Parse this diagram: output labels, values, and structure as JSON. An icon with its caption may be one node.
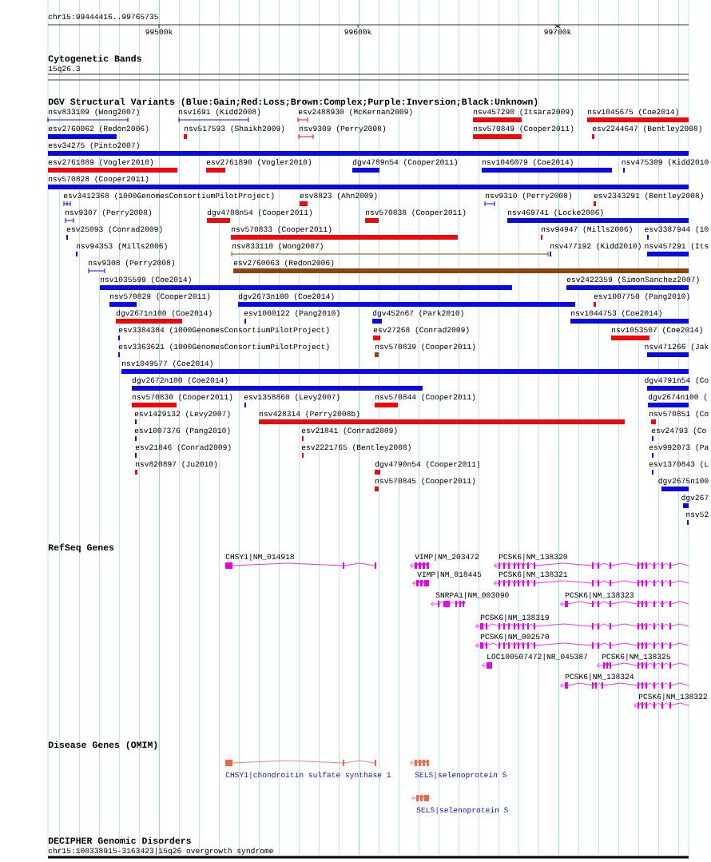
{
  "diagram": {
    "nodes": [
      {
        "text": [
          "nsv833109 (Wong2007)"
        ]
      },
      {
        "text": [
          "nsv1691 (Kidd2008)"
        ]
      },
      {
        "text": [
          "esv2488930 (McKernan2009)"
        ]
      },
      {
        "text": [
          "nsv457290 (Itsara2009)"
        ]
      },
      {
        "text": [
          "nsv1045675 (Coe2014)"
        ]
      },
      {
        "text": [
          "esv2760062 (Redon2006)"
        ]
      },
      {
        "text": [
          "nsv517593 (Shaikh2009)"
        ]
      },
      {
        "text": [
          "nsv9309 (Perry2008)"
        ]
      },
      {
        "text": [
          "nsv570849 (Cooper2011)"
        ]
      },
      {
        "text": [
          "esv2244647 (Bentley2008)"
        ]
      },
      {
        "text": [
          "esv34275 (Pinto2007)"
        ]
      },
      {
        "text": [
          "esv2761889 (Vogler2010)"
        ]
      },
      {
        "text": [
          "esv2761890 (Vogler2010)"
        ]
      },
      {
        "text": [
          "dgv4789n54 (Cooper2011)"
        ]
      },
      {
        "text": [
          "nsv1046079 (Coe2014)"
        ]
      },
      {
        "text": [
          "nsv475309 (Kidd2010"
        ]
      },
      {
        "text": [
          "nsv570828 (Cooper2011)"
        ]
      },
      {
        "text": [
          "esv3412368 (1000GenomesConsortiumPilotProject)"
        ]
      },
      {
        "text": [
          "esv8823 (Ahn2009)"
        ]
      },
      {
        "text": [
          "nsv9310 (Perry2008)"
        ]
      },
      {
        "text": [
          "esv2343291 (Bentley2008)"
        ]
      },
      {
        "text": [
          "nsv9307 (Perry2008)"
        ]
      },
      {
        "text": [
          "dgv4788n54 (Cooper2011)"
        ]
      },
      {
        "text": [
          "nsv570838 (Cooper2011)"
        ]
      },
      {
        "text": [
          "nsv469741 (Locke2006)"
        ]
      },
      {
        "text": [
          "esv25093 (Conrad2009)"
        ]
      },
      {
        "text": [
          "nsv570833 (Cooper2011)"
        ]
      },
      {
        "text": [
          "nsv94947 (Mills2006)"
        ]
      },
      {
        "text": [
          "esv3387944 (10"
        ]
      },
      {
        "text": [
          "nsv94353 (Mills2006)"
        ]
      },
      {
        "text": [
          "nsv833110 (Wong2007)"
        ]
      },
      {
        "text": [
          "nsv477192 (Kidd2010)"
        ]
      },
      {
        "text": [
          "nsv457291 (Its"
        ]
      },
      {
        "text": [
          "nsv9308 (Perry2008)"
        ]
      },
      {
        "text": [
          "esv2760063 (Redon2006)"
        ]
      },
      {
        "text": [
          "nsv1035599 (Coe2014)"
        ]
      },
      {
        "text": [
          "esv2422359 (SimonSanchez2007)"
        ]
      },
      {
        "text": [
          "nsv570829 (Cooper2011)"
        ]
      },
      {
        "text": [
          "dgv2673n100 (Coe2014)"
        ]
      },
      {
        "text": [
          "esv1007750 (Pang2010)"
        ]
      },
      {
        "text": [
          "dgv2671n100 (Coe2014)"
        ]
      },
      {
        "text": [
          "esv1000122 (Pang2010)"
        ]
      },
      {
        "text": [
          "dgv452n67 (Park2010)"
        ]
      },
      {
        "text": [
          "nsv1044753 (Coe2014)"
        ]
      },
      {
        "text": [
          "esv3384384 (1000GenomesConsortiumPilotProject)"
        ]
      },
      {
        "text": [
          "esv27268 (Conrad2009)"
        ]
      },
      {
        "text": [
          "nsv1053507 (Coe2014)"
        ]
      },
      {
        "text": [
          "esv3363621 (1000GenomesConsortiumPilotProject)"
        ]
      },
      {
        "text": [
          "nsv570839 (Cooper2011)"
        ]
      },
      {
        "text": [
          "nsv471266 (Jak"
        ]
      },
      {
        "text": [
          "nsv1049577 (Coe2014)"
        ]
      },
      {
        "text": [
          "dgv2672n100 (Coe2014)"
        ]
      },
      {
        "text": [
          "dgv4791n54 (Co"
        ]
      },
      {
        "text": [
          "nsv570830 (Cooper2011)"
        ]
      },
      {
        "text": [
          "esv1358860 (Levy2007)"
        ]
      },
      {
        "text": [
          "nsv570844 (Cooper2011)"
        ]
      },
      {
        "text": [
          "dgv2674n100 ("
        ]
      },
      {
        "text": [
          "esv1429132 (Levy2007)"
        ]
      },
      {
        "text": [
          "nsv428314 (Perry2008b)"
        ]
      },
      {
        "text": [
          "nsv570851 (Co"
        ]
      },
      {
        "text": [
          "esv1007376 (Pang2010)"
        ]
      },
      {
        "text": [
          "esv21841 (Conrad2009)"
        ]
      },
      {
        "text": [
          "esv24793 (Co"
        ]
      },
      {
        "text": [
          "esv21846 (Conrad2009)"
        ]
      },
      {
        "text": [
          "esv2221765 (Bentley2008)"
        ]
      },
      {
        "text": [
          "esv992073 (Pa"
        ]
      },
      {
        "text": [
          "nsv820897 (Ju2010)"
        ]
      },
      {
        "text": [
          "dgv4790n54 (Cooper2011)"
        ]
      },
      {
        "text": [
          "esv1370843 (L"
        ]
      },
      {
        "text": [
          "nsv570845 (Cooper2011)"
        ]
      },
      {
        "text": [
          "dgv2675n100"
        ]
      },
      {
        "text": [
          "dgv267"
        ]
      },
      {
        "text": [
          "nsv52"
        ]
      },
      {
        "text": [
          "CHSY1|NM_014918"
        ]
      },
      {
        "text": [
          "VIMP|NM_203472"
        ]
      },
      {
        "text": [
          "PCSK6|NM_138320"
        ]
      },
      {
        "text": [
          "VIMP|NM_018445"
        ]
      },
      {
        "text": [
          "PCSK6|NM_138321"
        ]
      },
      {
        "text": [
          "SNRPA1|NM_003090"
        ]
      },
      {
        "text": [
          "PCSK6|NM_138323"
        ]
      },
      {
        "text": [
          "PCSK6|NM_138319"
        ]
      },
      {
        "text": [
          "PCSK6|NM_002570"
        ]
      },
      {
        "text": [
          "LOC100507472|NR_045387"
        ]
      },
      {
        "text": [
          "PCSK6|NM_138325"
        ]
      },
      {
        "text": [
          "PCSK6|NM_138324"
        ]
      },
      {
        "text": [
          "PCSK6|NM_138322"
        ]
      },
      {
        "text": [
          "CHSY1|chondroitin sulfate synthase 1"
        ]
      },
      {
        "text": [
          "SELS|selenoprotein S"
        ]
      },
      {
        "text": [
          "SELS|selenoprotein S"
        ]
      }
    ],
    "labels": [
      "chr15:99444416..99765735",
      "99500k",
      "99600k",
      "99700k",
      "Cytogenetic Bands",
      "15q26.3",
      "DGV Structural Variants (Blue:Gain;Red:Loss;Brown:Complex;Purple:Inversion;Black:Unknown)",
      "RefSeq Genes",
      "Disease Genes (OMIM)",
      "DECIPHER Genomic Disorders",
      "chr15:100338915-3163423|15q26 overgrowth syndrome"
    ]
  }
}
